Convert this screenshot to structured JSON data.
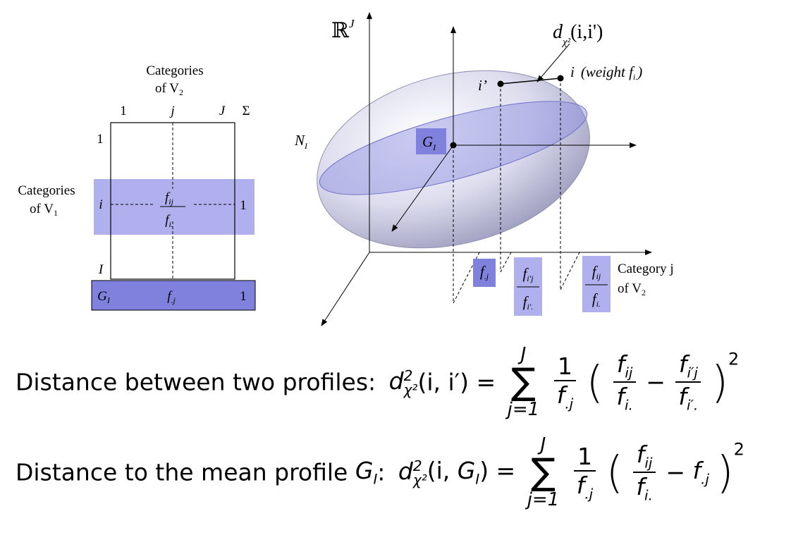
{
  "table": {
    "top_header": "Categories",
    "top_header_of": "of V",
    "top_header_sub": "2",
    "col_1": "1",
    "col_j": "j",
    "col_J": "J",
    "col_sigma": "Σ",
    "row_1": "1",
    "row_i": "i",
    "row_I": "I",
    "left_header": "Categories",
    "left_header_of": "of V",
    "left_header_sub": "1",
    "cell_num": "f",
    "cell_num_sub": "ij",
    "cell_den": "f",
    "cell_den_sub": "i.",
    "row_sum": "1",
    "gi_label": "G",
    "gi_sub": "I",
    "gi_value": "f",
    "gi_value_sub": ".j",
    "gi_sum": "1"
  },
  "plot3d": {
    "space_label": "ℝ",
    "space_sup": "J",
    "distance_d": "d",
    "distance_sub": "χ²",
    "distance_args": "(i,i')",
    "point_i_prime": "i’",
    "point_i": "i",
    "point_i_weight": "(weight f",
    "point_i_weight_sub": "i.",
    "point_i_weight_close": ")",
    "cloud_label": "N",
    "cloud_sub": "I",
    "centroid_label": "G",
    "centroid_sub": "I",
    "box_f_j": "f",
    "box_f_j_sub": ".j",
    "box_ip_num": "f",
    "box_ip_num_sub": "i'j",
    "box_ip_den": "f",
    "box_ip_den_sub": "i'.",
    "box_i_num": "f",
    "box_i_num_sub": "ij",
    "box_i_den": "f",
    "box_i_den_sub": "i.",
    "axis_label_line1": "Category j",
    "axis_label_line2": "of V",
    "axis_label_sub": "2"
  },
  "formula1": {
    "label": "Distance between two profiles:",
    "lhs": "d",
    "lhs_sup": "2",
    "lhs_sub": "χ²",
    "lhs_args": "(i, i′) =",
    "sum_top": "J",
    "sum_bot": "j=1",
    "one": "1",
    "fj": "f",
    "fj_sub": ".j",
    "a_num": "f",
    "a_num_sub": "ij",
    "a_den": "f",
    "a_den_sub": "i.",
    "minus": "−",
    "b_num": "f",
    "b_num_sub": "i′j",
    "b_den": "f",
    "b_den_sub": "i′.",
    "power": "2"
  },
  "formula2": {
    "label": "Distance to the mean profile",
    "label_g": "G",
    "label_g_sub": "I",
    "colon": ":",
    "lhs": "d",
    "lhs_sup": "2",
    "lhs_sub": "χ²",
    "lhs_args_open": "(i, ",
    "lhs_g": "G",
    "lhs_g_sub": "I",
    "lhs_args_close": ") =",
    "sum_top": "J",
    "sum_bot": "j=1",
    "one": "1",
    "fj": "f",
    "fj_sub": ".j",
    "a_num": "f",
    "a_num_sub": "ij",
    "a_den": "f",
    "a_den_sub": "i.",
    "minus": "−",
    "c": "f",
    "c_sub": ".j",
    "power": "2"
  },
  "colors": {
    "band": "#b0b0ee",
    "band_dark": "#8585dd",
    "gi_box": "#8080dd",
    "ellipse_fill": "#d9daea",
    "ellipse_edge": "#8f90b0"
  }
}
